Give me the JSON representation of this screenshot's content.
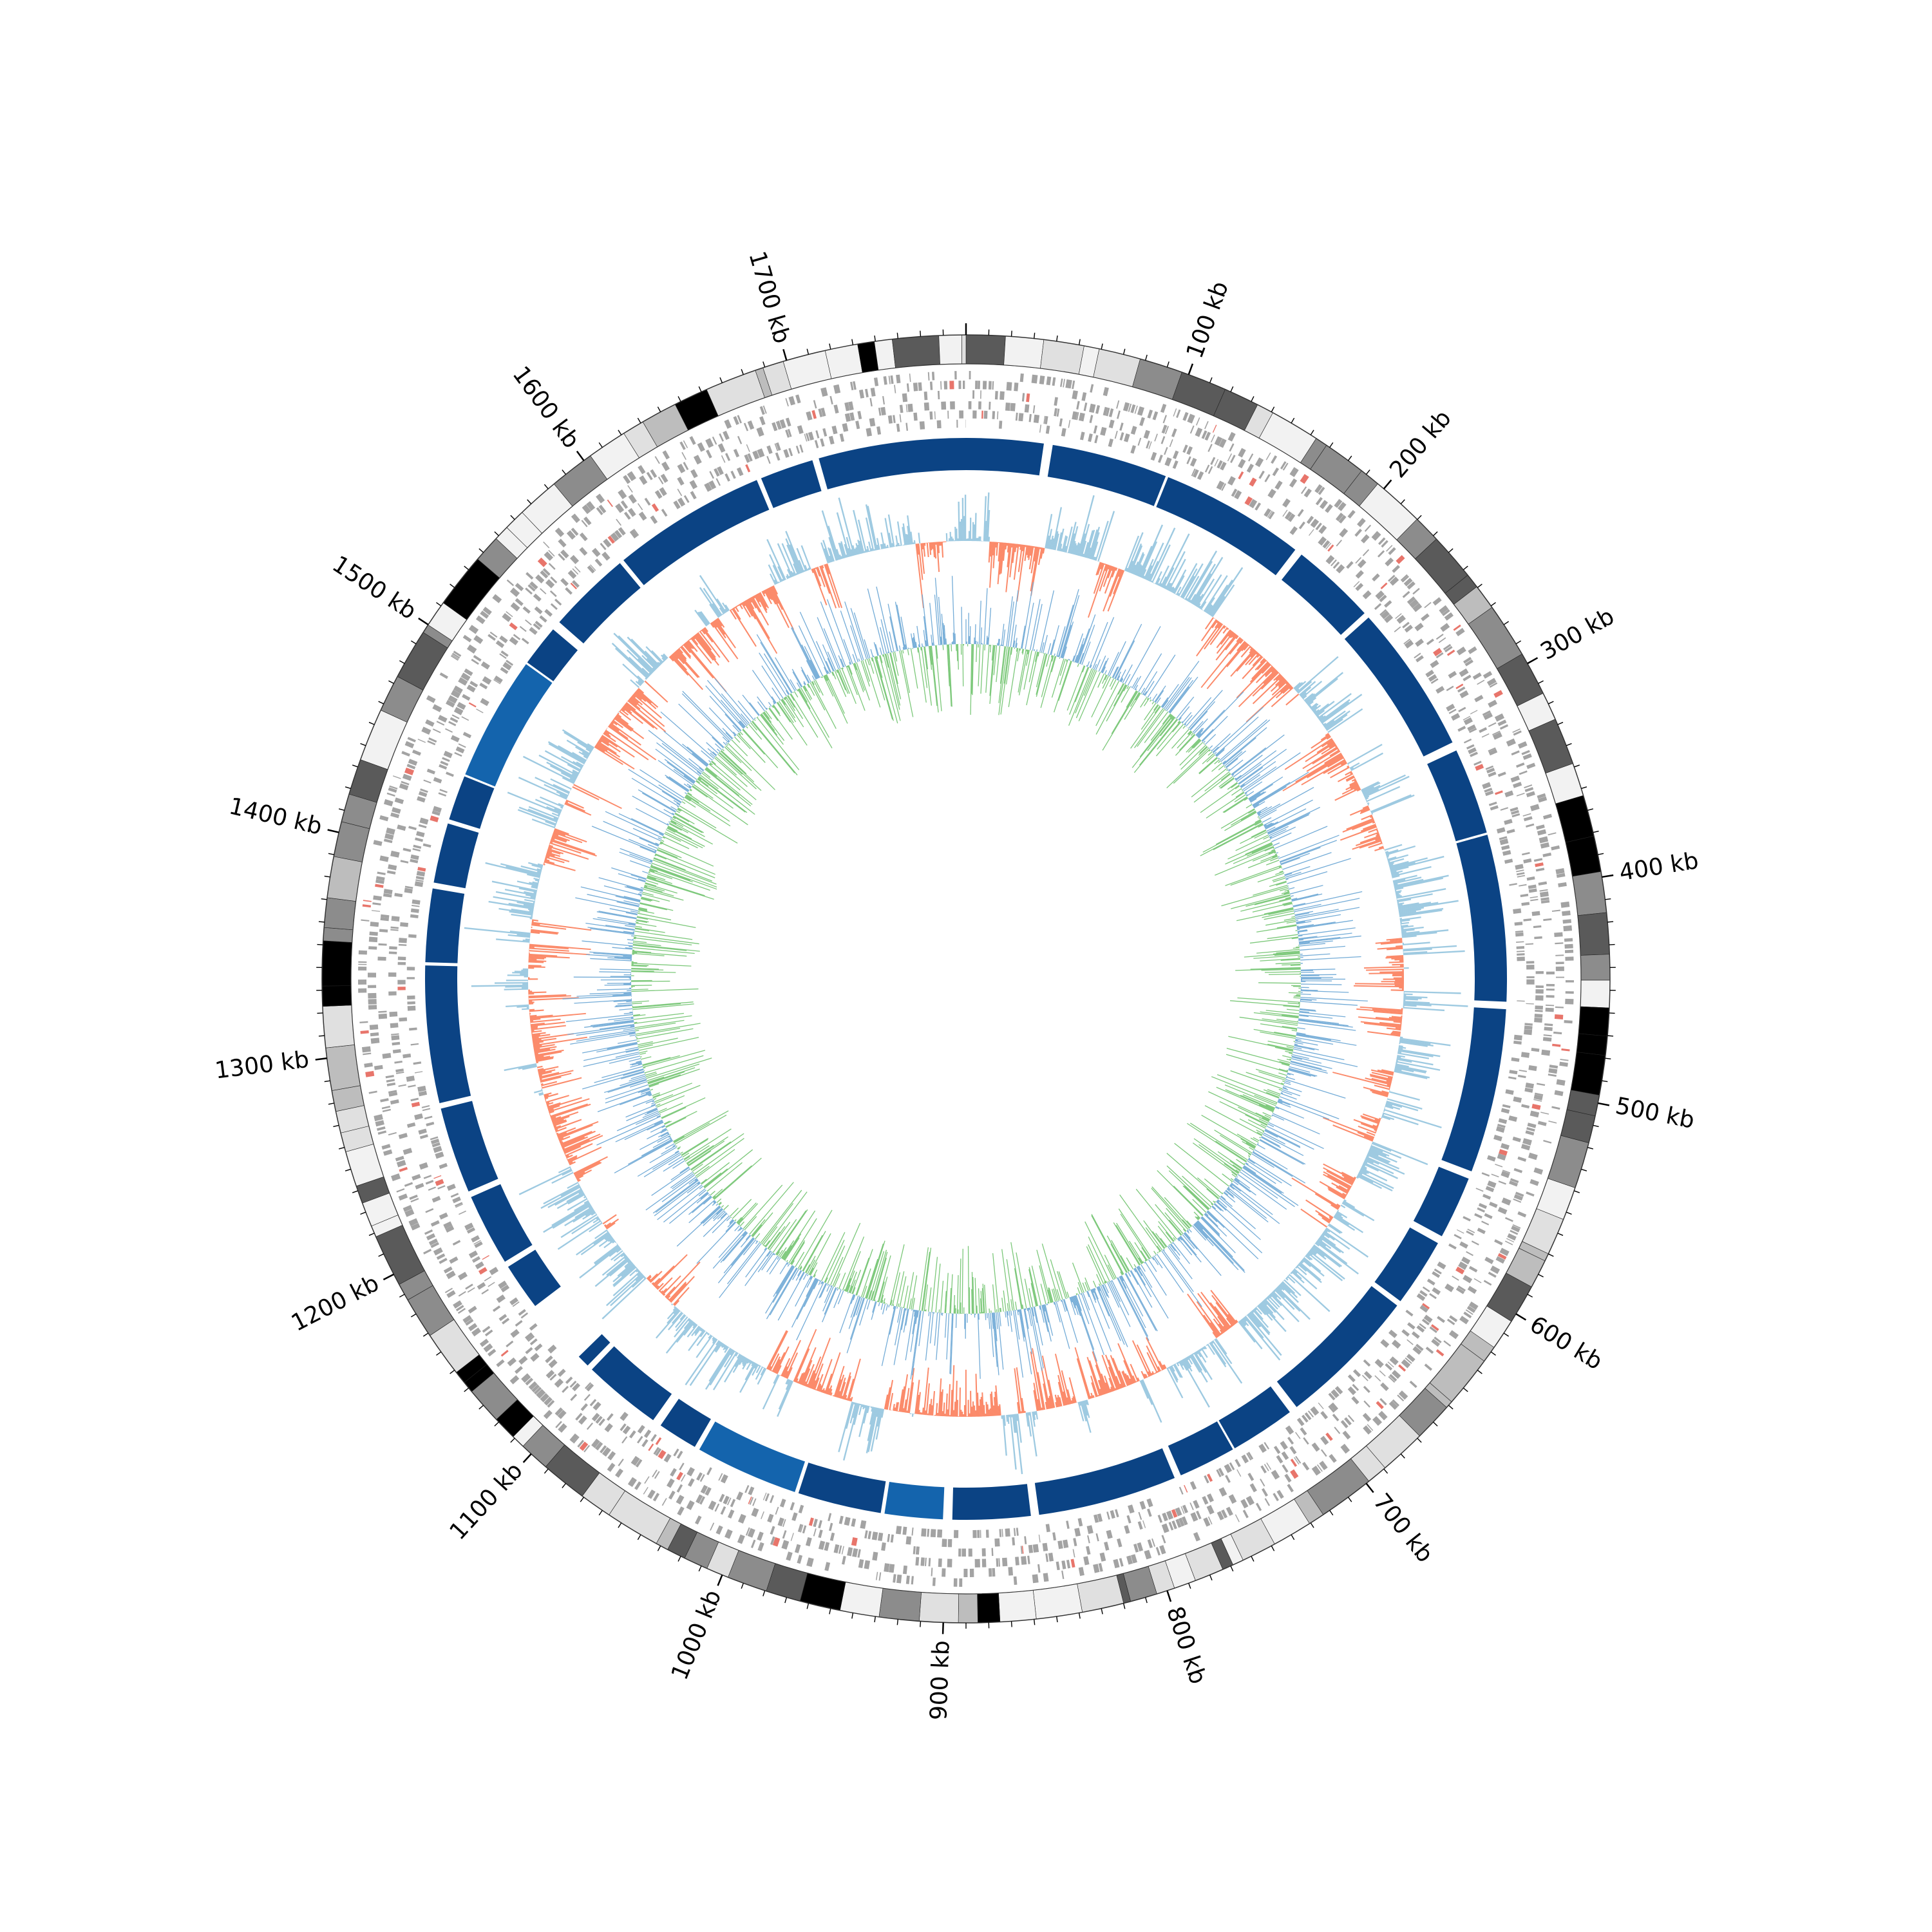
{
  "genome_plot": {
    "genome_length_kb": 1780,
    "tick_labels": [
      "100 kb",
      "200 kb",
      "300 kb",
      "400 kb",
      "500 kb",
      "600 kb",
      "700 kb",
      "800 kb",
      "900 kb",
      "1000 kb",
      "1100 kb",
      "1200 kb",
      "1300 kb",
      "1400 kb",
      "1500 kb",
      "1600 kb",
      "1700 kb"
    ],
    "tick_positions_kb": [
      100,
      200,
      300,
      400,
      500,
      600,
      700,
      800,
      900,
      1000,
      1100,
      1200,
      1300,
      1400,
      1500,
      1600,
      1700
    ],
    "minor_tick_step_kb": 10,
    "gap_regions_kb": [
      [
        1116,
        1151
      ]
    ],
    "tracks": [
      {
        "name": "karyotype-bands",
        "palette": [
          "#000000",
          "#5a5a5a",
          "#8c8c8c",
          "#bdbdbd",
          "#e0e0e0",
          "#f2f2f2"
        ]
      },
      {
        "name": "forward-genes",
        "color": "#a3a3a3",
        "accent": "#e8756b"
      },
      {
        "name": "reverse-genes",
        "color": "#a3a3a3",
        "accent": "#e8756b"
      },
      {
        "name": "homology-blocks",
        "color": "#0b4384",
        "accent": "#1464ad"
      },
      {
        "name": "gc-skew",
        "positive_color": "#9ecae1",
        "negative_color": "#fb8a6a"
      },
      {
        "name": "gc-content",
        "colors": [
          "#74acd7",
          "#7cc87a"
        ]
      }
    ]
  }
}
